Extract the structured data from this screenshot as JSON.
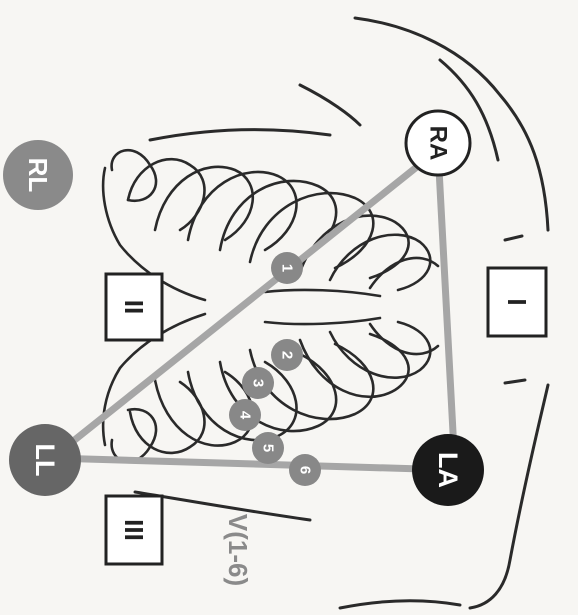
{
  "colors": {
    "background": "#f7f6f3",
    "outline": "#2a2a2a",
    "einthoven_lines": "#a6a6a6",
    "RA_fill": "#ffffff",
    "RA_text": "#222222",
    "LA_fill": "#1a1a1a",
    "LA_text": "#ffffff",
    "LL_fill": "#666666",
    "RL_fill": "#8a8a8a",
    "limb_text": "#ffffff",
    "precordial_fill": "#888888",
    "precordial_text": "#ffffff",
    "lead_box_border": "#222222"
  },
  "electrodes": {
    "RA": "RA",
    "LA": "LA",
    "LL": "LL",
    "RL": "RL"
  },
  "leads": {
    "I": "I",
    "II": "II",
    "III": "III"
  },
  "precordial": [
    "1",
    "2",
    "3",
    "4",
    "5",
    "6"
  ],
  "precordial_caption": "V(1-6)"
}
